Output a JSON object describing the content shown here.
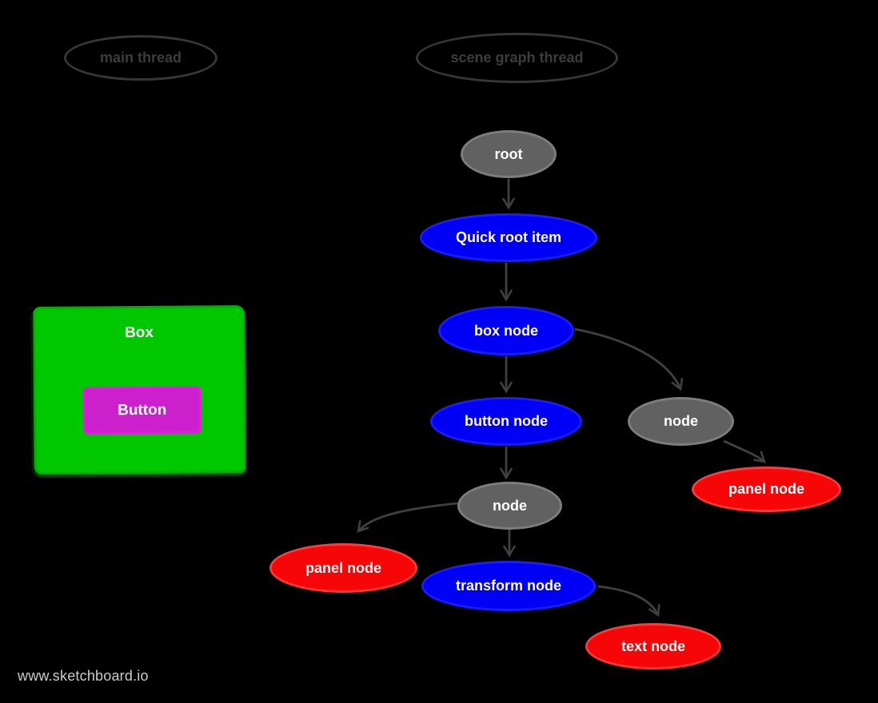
{
  "page": {
    "background": "#000000",
    "watermark": "www.sketchboard.io"
  },
  "threads": [
    {
      "label": "main thread"
    },
    {
      "label": "scene graph thread"
    }
  ],
  "main_thread_ui": {
    "box_label": "Box",
    "button_label": "Button"
  },
  "scene_graph": {
    "nodes": [
      {
        "id": "root",
        "label": "root",
        "kind": "gray"
      },
      {
        "id": "quick-root-item",
        "label": "Quick root item",
        "kind": "blue"
      },
      {
        "id": "box-node",
        "label": "box node",
        "kind": "blue"
      },
      {
        "id": "button-node",
        "label": "button node",
        "kind": "blue"
      },
      {
        "id": "node-right",
        "label": "node",
        "kind": "gray"
      },
      {
        "id": "panel-node-right",
        "label": "panel node",
        "kind": "red"
      },
      {
        "id": "node-center",
        "label": "node",
        "kind": "gray"
      },
      {
        "id": "panel-node-left",
        "label": "panel node",
        "kind": "red"
      },
      {
        "id": "transform-node",
        "label": "transform node",
        "kind": "blue"
      },
      {
        "id": "text-node",
        "label": "text node",
        "kind": "red"
      }
    ],
    "edges": [
      {
        "from": "root",
        "to": "quick-root-item"
      },
      {
        "from": "quick-root-item",
        "to": "box-node"
      },
      {
        "from": "box-node",
        "to": "button-node"
      },
      {
        "from": "box-node",
        "to": "node-right"
      },
      {
        "from": "button-node",
        "to": "node-center"
      },
      {
        "from": "node-right",
        "to": "panel-node-right"
      },
      {
        "from": "node-center",
        "to": "panel-node-left"
      },
      {
        "from": "node-center",
        "to": "transform-node"
      },
      {
        "from": "transform-node",
        "to": "text-node"
      }
    ]
  },
  "palette": {
    "background": "#000000",
    "node_blue": "#0000f6",
    "node_gray": "#616161",
    "node_red": "#f60606",
    "box_green": "#00c800",
    "button_magenta": "#cb20cb",
    "edge_stroke": "#404040",
    "thread_outline": "#373737",
    "watermark_text": "#cbcbcb"
  }
}
